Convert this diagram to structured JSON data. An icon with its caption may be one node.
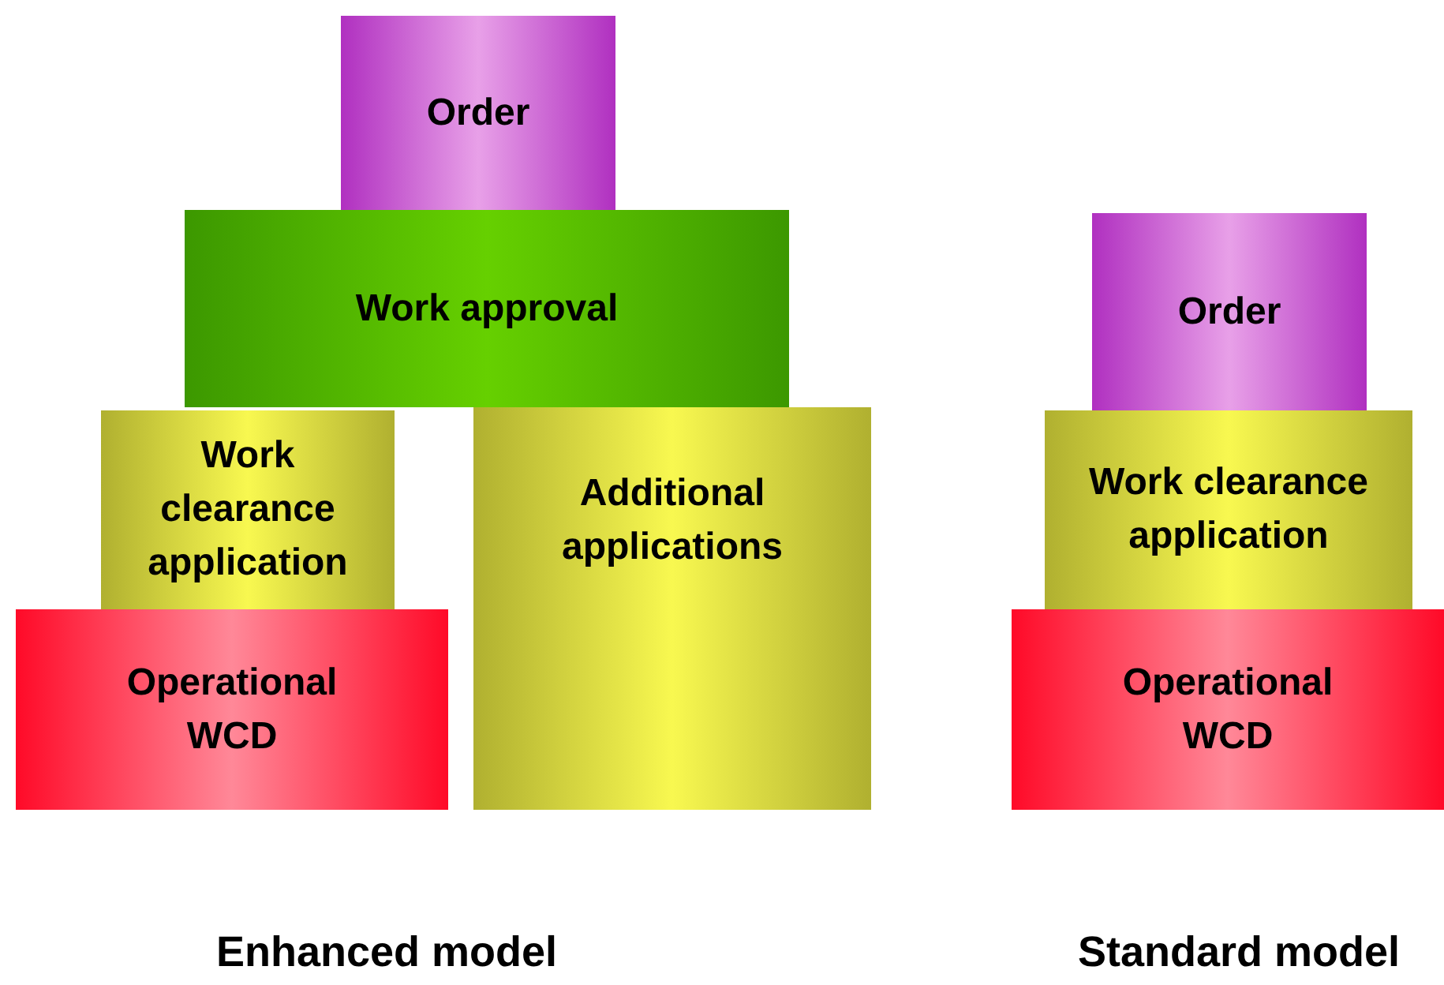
{
  "diagram": {
    "nodes": [
      {
        "text": [
          "Order"
        ]
      },
      {
        "text": [
          "Work approval"
        ]
      },
      {
        "text": [
          "Work clearance application"
        ]
      },
      {
        "text": [
          "Additional applications"
        ]
      },
      {
        "text": [
          "Operational WCD"
        ]
      },
      {
        "text": [
          "Order"
        ]
      },
      {
        "text": [
          "Work clearance application"
        ]
      },
      {
        "text": [
          "Operational WCD"
        ]
      }
    ],
    "edges": [],
    "labels": [
      "Enhanced model",
      "Standard model"
    ]
  }
}
